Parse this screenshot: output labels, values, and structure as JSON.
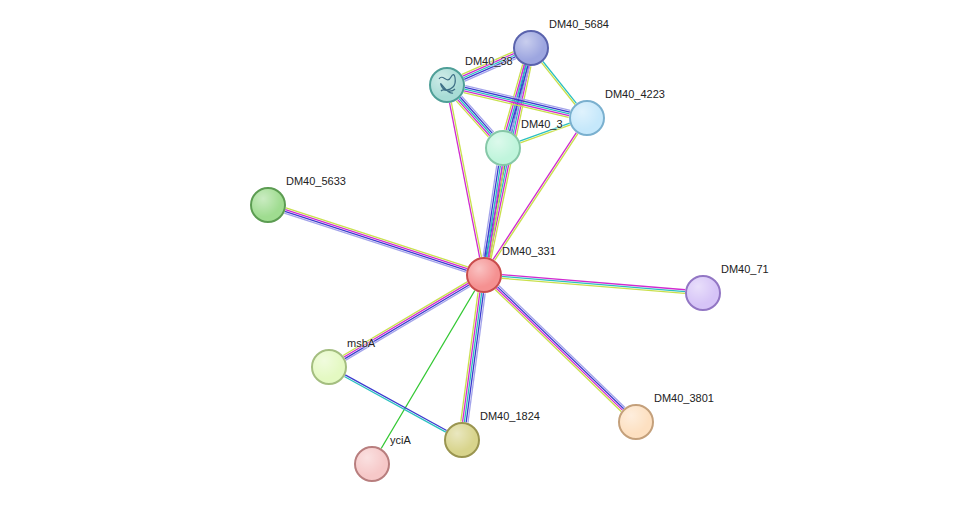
{
  "diagram": {
    "nodes": [
      {
        "text": [
          "DM40_5684"
        ]
      },
      {
        "text": [
          "DM40_38"
        ]
      },
      {
        "text": [
          "DM40_4223"
        ]
      },
      {
        "text": [
          "DM40_3"
        ]
      },
      {
        "text": [
          "DM40_5633"
        ]
      },
      {
        "text": [
          "DM40_331"
        ]
      },
      {
        "text": [
          "DM40_71"
        ]
      },
      {
        "text": [
          "msbA"
        ]
      },
      {
        "text": [
          "DM40_1824"
        ]
      },
      {
        "text": [
          "DM40_3801"
        ]
      },
      {
        "text": [
          "yciA"
        ]
      }
    ],
    "edges": [
      {
        "from": 5,
        "to": 0,
        "arrow": "none"
      },
      {
        "from": 5,
        "to": 1,
        "arrow": "none"
      },
      {
        "from": 5,
        "to": 3,
        "arrow": "none"
      },
      {
        "from": 5,
        "to": 2,
        "arrow": "none"
      },
      {
        "from": 5,
        "to": 4,
        "arrow": "none"
      },
      {
        "from": 5,
        "to": 6,
        "arrow": "none"
      },
      {
        "from": 5,
        "to": 7,
        "arrow": "none"
      },
      {
        "from": 5,
        "to": 8,
        "arrow": "none"
      },
      {
        "from": 5,
        "to": 9,
        "arrow": "none"
      },
      {
        "from": 5,
        "to": 10,
        "arrow": "none"
      },
      {
        "from": 0,
        "to": 1,
        "arrow": "none"
      },
      {
        "from": 0,
        "to": 3,
        "arrow": "none"
      },
      {
        "from": 0,
        "to": 2,
        "arrow": "none"
      },
      {
        "from": 1,
        "to": 3,
        "arrow": "none"
      },
      {
        "from": 1,
        "to": 2,
        "arrow": "none"
      },
      {
        "from": 3,
        "to": 2,
        "arrow": "none"
      },
      {
        "from": 7,
        "to": 8,
        "arrow": "none"
      }
    ]
  }
}
